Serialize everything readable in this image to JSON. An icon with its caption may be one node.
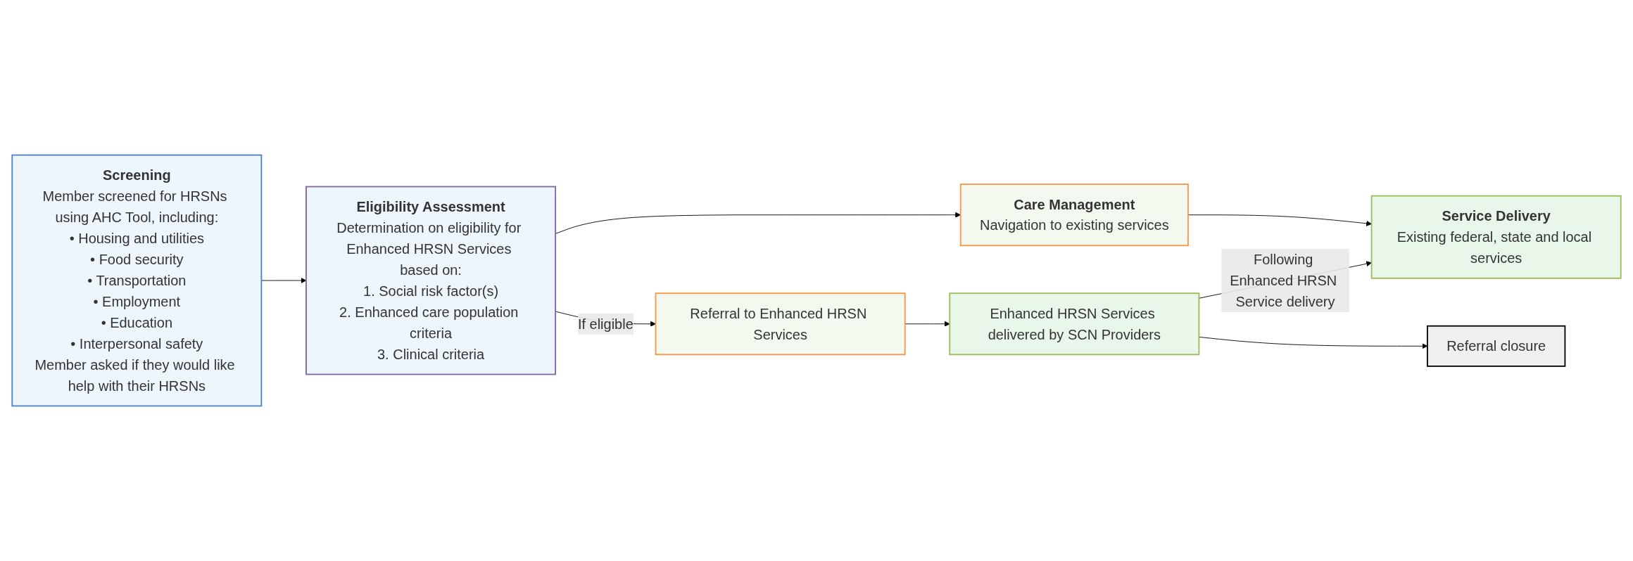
{
  "diagram": {
    "nodes": [
      {
        "text": [
          "Screening",
          "Member screened for HRSNs using AHC Tool, including:",
          "• Housing and utilities",
          "• Food security",
          "• Transportation",
          "• Employment",
          "• Education",
          "• Interpersonal safety",
          "Member asked if they would like help with their HRSNs"
        ]
      },
      {
        "text": [
          "Eligibility Assessment",
          "Determination on eligibility for Enhanced HRSN Services based on:",
          "1. Social risk factor(s)",
          "2. Enhanced care population criteria",
          "3. Clinical criteria"
        ]
      },
      {
        "text": [
          "Care Management",
          "Navigation to existing services"
        ]
      },
      {
        "text": [
          "Service Delivery",
          "Existing federal, state and local services"
        ]
      },
      {
        "text": [
          "Referral to Enhanced HRSN Services"
        ]
      },
      {
        "text": [
          "Enhanced HRSN Services delivered by SCN Providers"
        ]
      },
      {
        "text": [
          "Referral closure"
        ]
      }
    ],
    "edges": [
      {
        "from": 0,
        "to": 1,
        "arrow": "to"
      },
      {
        "from": 1,
        "to": 2,
        "arrow": "to"
      },
      {
        "from": 1,
        "to": 4,
        "arrow": "to",
        "label": "If eligible"
      },
      {
        "from": 2,
        "to": 3,
        "arrow": "to"
      },
      {
        "from": 4,
        "to": 5,
        "arrow": "to"
      },
      {
        "from": 5,
        "to": 3,
        "arrow": "to",
        "label": "Following Enhanced HRSN Service delivery"
      },
      {
        "from": 5,
        "to": 6,
        "arrow": "to"
      }
    ]
  }
}
